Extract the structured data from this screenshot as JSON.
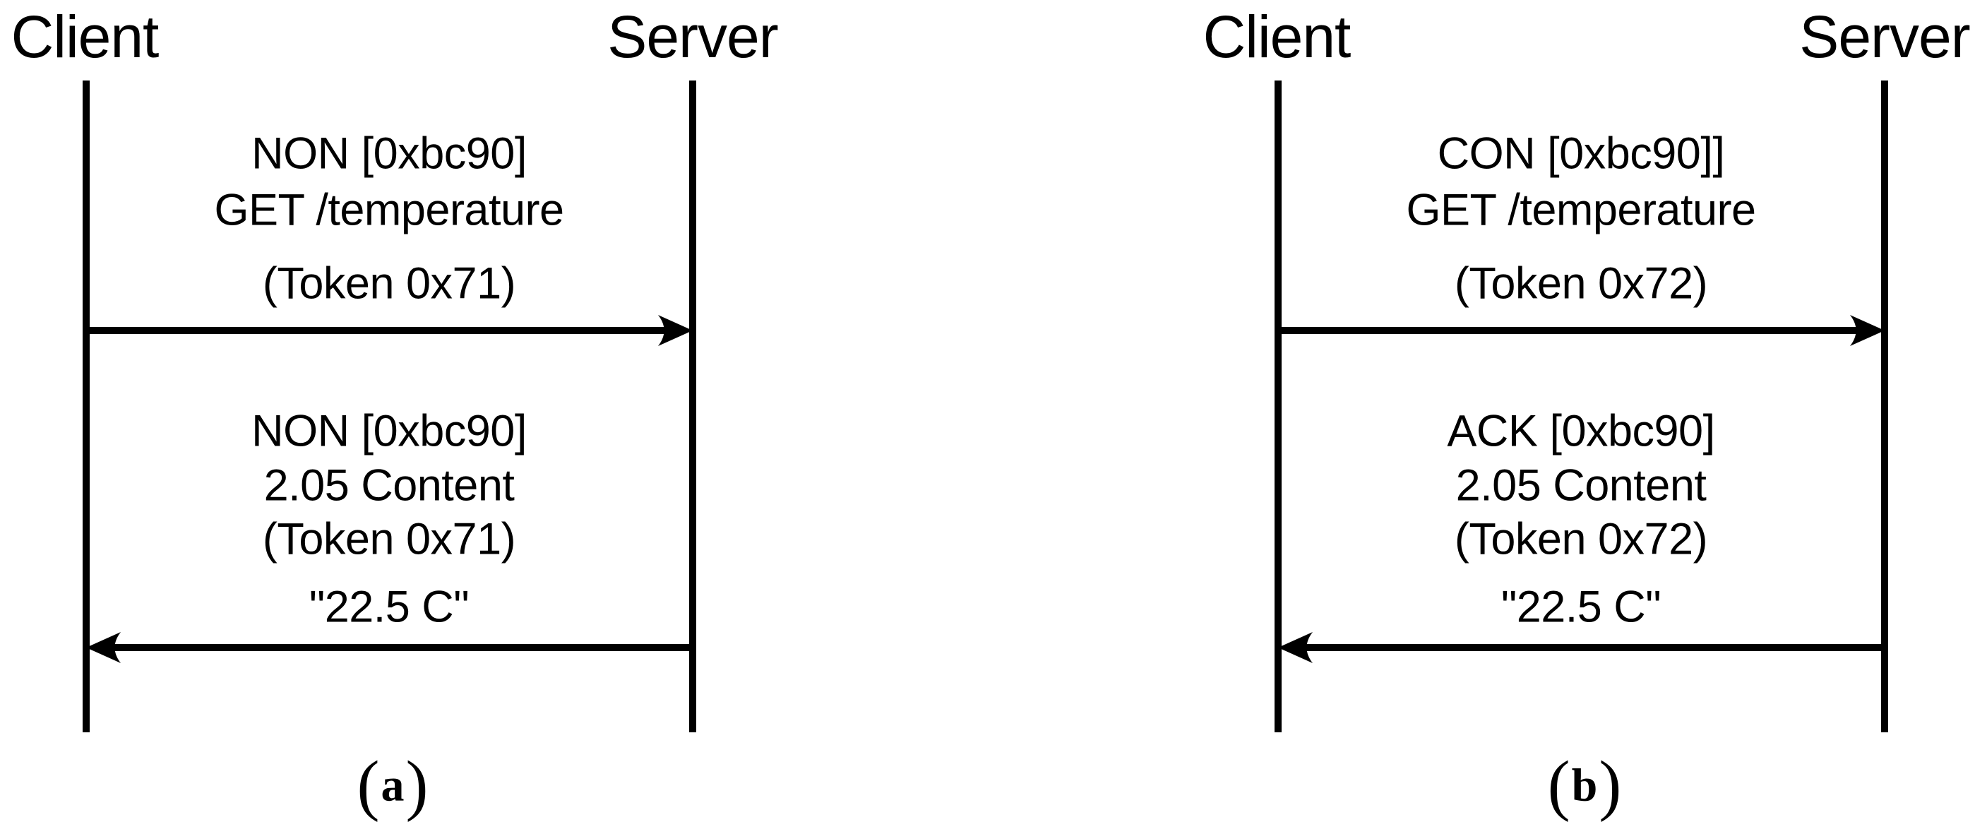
{
  "figure": {
    "background": "#ffffff",
    "ink": "#000000",
    "panels": [
      {
        "caption_open": "(",
        "caption_letter": "a",
        "caption_close": ")",
        "client_label": "Client",
        "server_label": "Server",
        "request": {
          "type_line": "NON [0xbc90]",
          "method_line": "GET /temperature",
          "token_line": "(Token 0x71)"
        },
        "response": {
          "type_line": "NON [0xbc90]",
          "status_line": "2.05 Content",
          "token_line": "(Token 0x71)",
          "payload_line": "\"22.5 C\""
        }
      },
      {
        "caption_open": "(",
        "caption_letter": "b",
        "caption_close": ")",
        "client_label": "Client",
        "server_label": "Server",
        "request": {
          "type_line": "CON [0xbc90]]",
          "method_line": "GET /temperature",
          "token_line": "(Token 0x72)"
        },
        "response": {
          "type_line": "ACK [0xbc90]",
          "status_line": "2.05 Content",
          "token_line": "(Token 0x72)",
          "payload_line": "\"22.5 C\""
        }
      }
    ]
  }
}
